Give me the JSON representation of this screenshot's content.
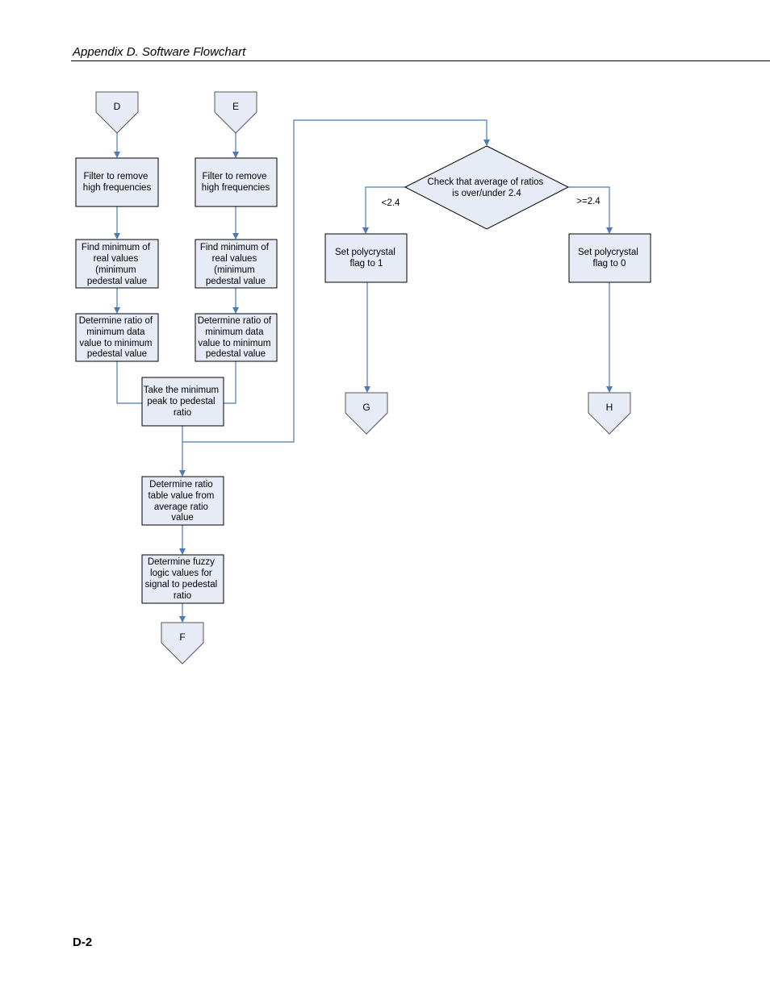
{
  "header": {
    "title": "Appendix D.  Software Flowchart"
  },
  "footer": {
    "page_number": "D-2"
  },
  "connectors": {
    "D": "D",
    "E": "E",
    "F": "F",
    "G": "G",
    "H": "H"
  },
  "steps": {
    "d_filter": [
      "Filter to remove",
      "high frequencies"
    ],
    "d_min": [
      "Find minimum of",
      "real values",
      "(minimum",
      "pedestal value"
    ],
    "d_ratio": [
      "Determine ratio of",
      "minimum data",
      "value to minimum",
      "pedestal value"
    ],
    "e_filter": [
      "Filter to remove",
      "high frequencies"
    ],
    "e_min": [
      "Find minimum of",
      "real values",
      "(minimum",
      "pedestal value"
    ],
    "e_ratio": [
      "Determine ratio of",
      "minimum data",
      "value to minimum",
      "pedestal value"
    ],
    "take_min": [
      "Take the minimum",
      "peak to pedestal",
      "ratio"
    ],
    "ratio_table": [
      "Determine ratio",
      "table value from",
      "average ratio",
      "value"
    ],
    "fuzzy": [
      "Determine fuzzy",
      "logic values for",
      "signal to pedestal",
      "ratio"
    ],
    "decision": [
      "Check that average of ratios",
      "is over/under 2.4"
    ],
    "flag1": [
      "Set polycrystal",
      "flag to 1"
    ],
    "flag0": [
      "Set polycrystal",
      "flag to 0"
    ]
  },
  "branch_labels": {
    "left": "<2.4",
    "right": ">=2.4"
  },
  "colors": {
    "box_fill": "#e6ebf5",
    "connector_line": "#4a7ab8"
  }
}
